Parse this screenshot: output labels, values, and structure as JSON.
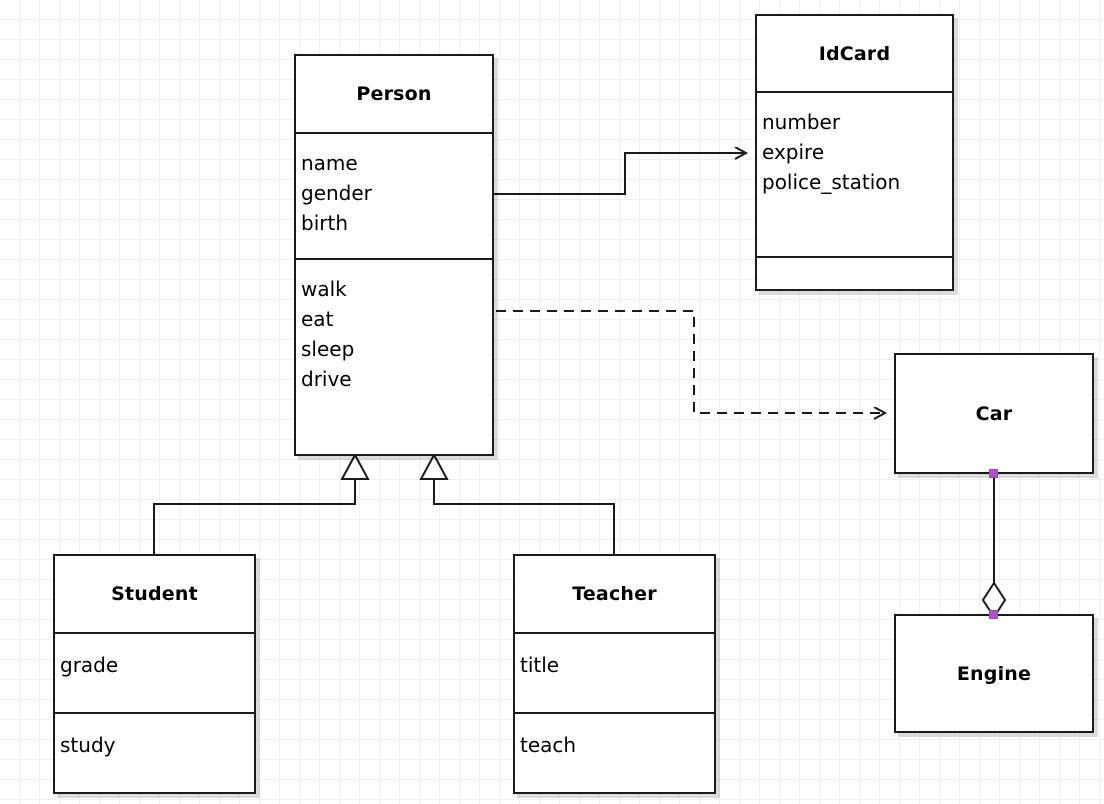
{
  "diagram": {
    "kind": "uml-class-diagram",
    "background": "#ffffff",
    "grid_color": "#f0f0f0",
    "line_color": "#1a1a1a",
    "handle_color": "#aa55c0"
  },
  "classes": {
    "person": {
      "name": "Person",
      "attributes": [
        "name",
        "gender",
        "birth"
      ],
      "operations": [
        "walk",
        "eat",
        "sleep",
        "drive"
      ]
    },
    "idcard": {
      "name": "IdCard",
      "attributes": [
        "number",
        "expire",
        "police_station"
      ],
      "operations": []
    },
    "student": {
      "name": "Student",
      "attributes": [
        "grade"
      ],
      "operations": [
        "study"
      ]
    },
    "teacher": {
      "name": "Teacher",
      "attributes": [
        "title"
      ],
      "operations": [
        "teach"
      ]
    },
    "car": {
      "name": "Car"
    },
    "engine": {
      "name": "Engine"
    }
  },
  "relations": [
    {
      "id": "person-idcard",
      "type": "association",
      "from": "Person",
      "to": "IdCard",
      "line": "solid",
      "arrow": "open"
    },
    {
      "id": "person-car",
      "type": "dependency",
      "from": "Person",
      "to": "Car",
      "line": "dashed",
      "arrow": "open"
    },
    {
      "id": "student-person",
      "type": "generalization",
      "from": "Student",
      "to": "Person",
      "line": "solid",
      "arrow": "hollow-triangle"
    },
    {
      "id": "teacher-person",
      "type": "generalization",
      "from": "Teacher",
      "to": "Person",
      "line": "solid",
      "arrow": "hollow-triangle"
    },
    {
      "id": "car-engine",
      "type": "aggregation",
      "from": "Car",
      "to": "Engine",
      "line": "solid",
      "arrow": "hollow-diamond"
    }
  ]
}
